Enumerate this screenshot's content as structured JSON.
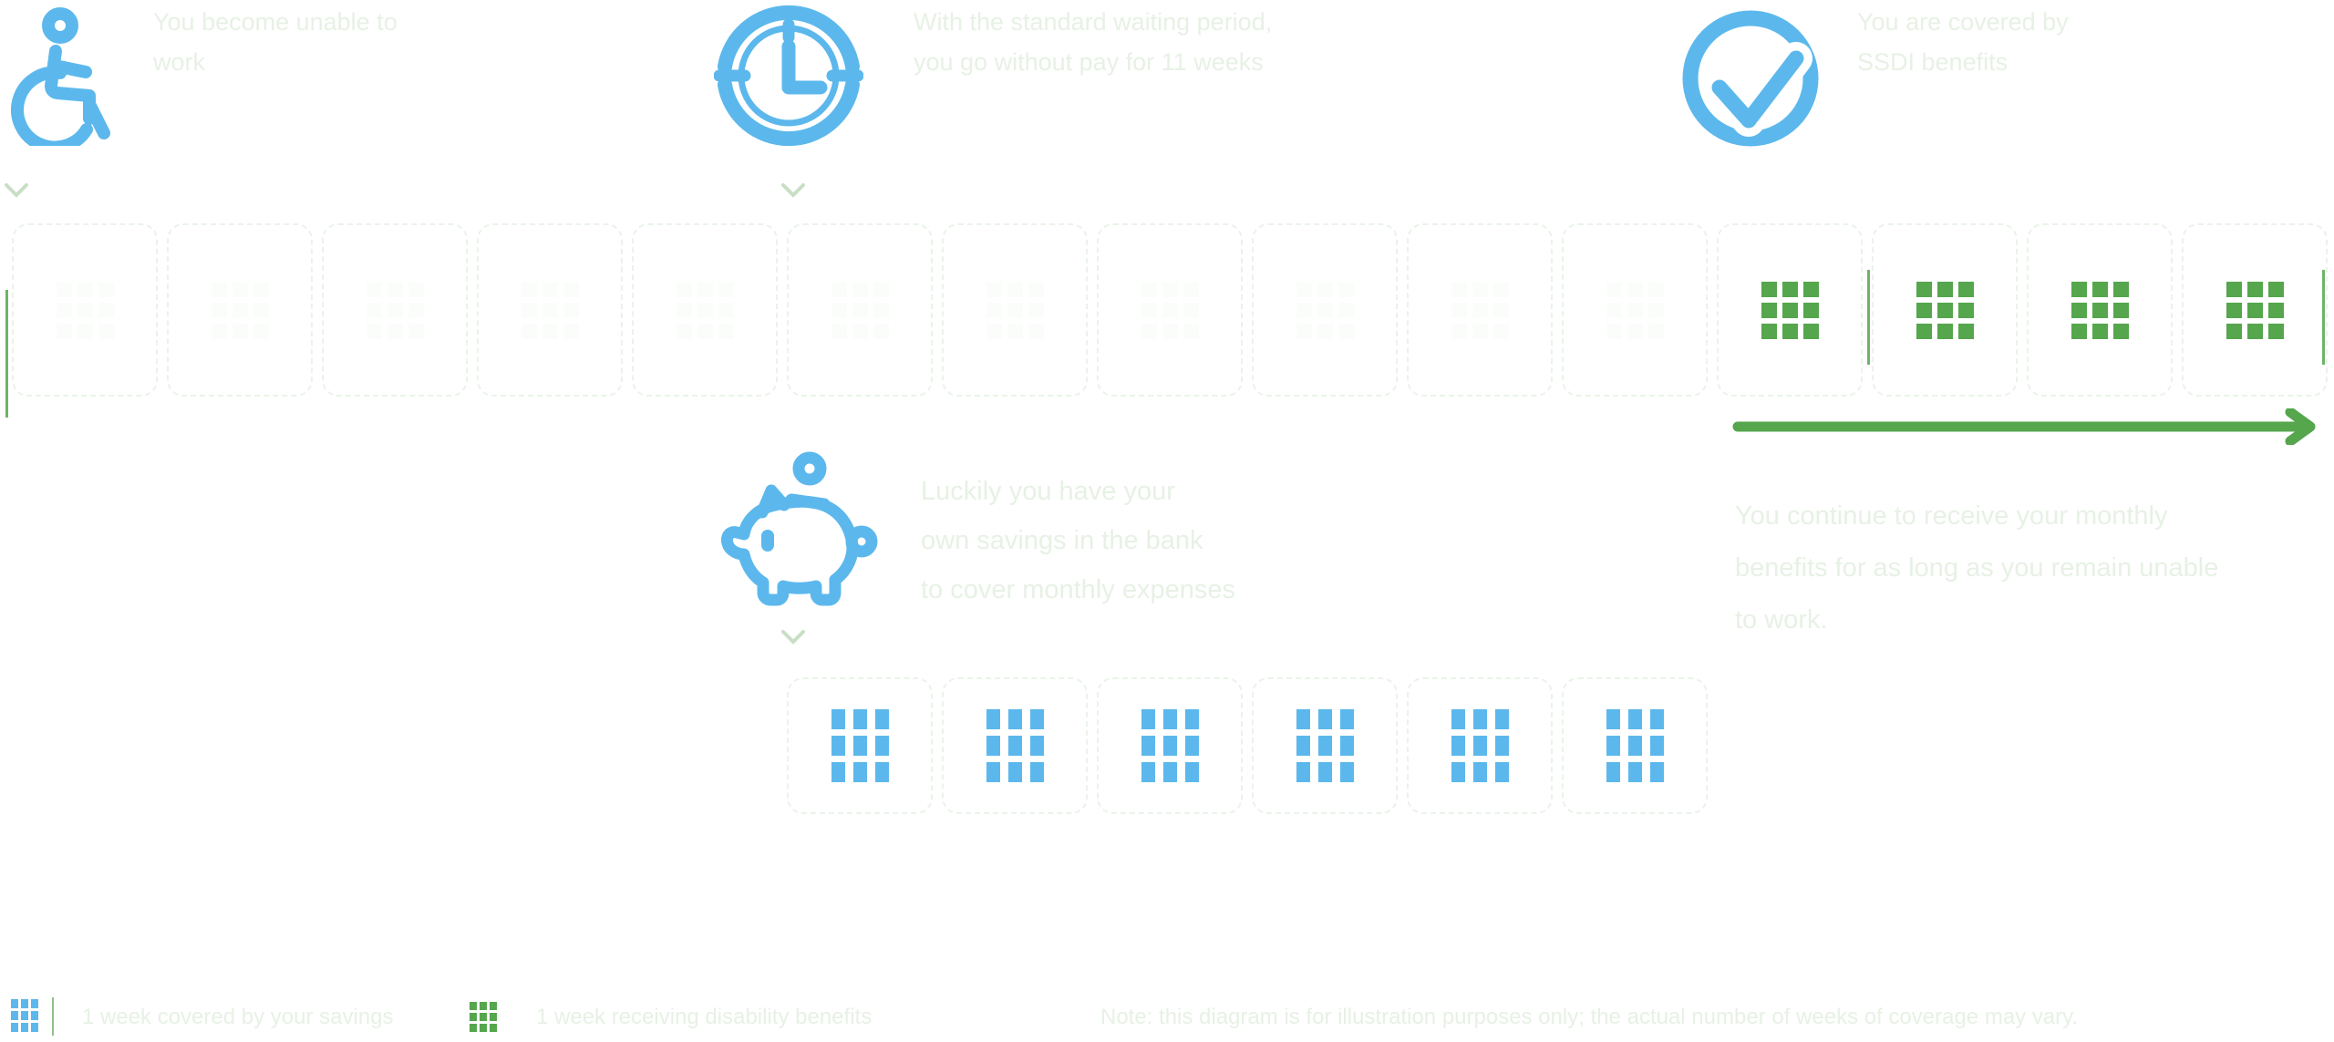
{
  "colors": {
    "icon_blue": "#5CB8EC",
    "grid_green": "#55A64D",
    "ghost_text": "#E7F1E5",
    "box_outline": "#EAF3E9"
  },
  "steps": {
    "disabled": {
      "icon": "wheelchair-icon",
      "lines": [
        "You become unable to",
        "work"
      ]
    },
    "waiting": {
      "icon": "clock-icon",
      "lines": [
        "With the standard waiting period,",
        "you go without pay for 11 weeks"
      ]
    },
    "covered": {
      "icon": "check-icon",
      "lines": [
        "You are covered by",
        "SSDI benefits"
      ]
    },
    "savings": {
      "icon": "piggy-bank-icon",
      "lines": [
        "Luckily you have your",
        "own savings in the bank",
        "to cover monthly expenses"
      ]
    }
  },
  "continuation": {
    "lines": [
      "You continue to receive your monthly",
      "benefits for as long as you remain unable",
      "to work."
    ]
  },
  "timeline": {
    "total_weeks": 15,
    "benefit_weeks": 4,
    "savings_weeks": 6,
    "savings_start_week": 6
  },
  "legend": [
    {
      "swatch": "blue",
      "label": "1 week covered by your savings"
    },
    {
      "swatch": "green",
      "label": "1 week receiving disability benefits"
    }
  ],
  "note": "Note: this diagram is for illustration purposes only; the actual number of weeks of coverage may vary."
}
